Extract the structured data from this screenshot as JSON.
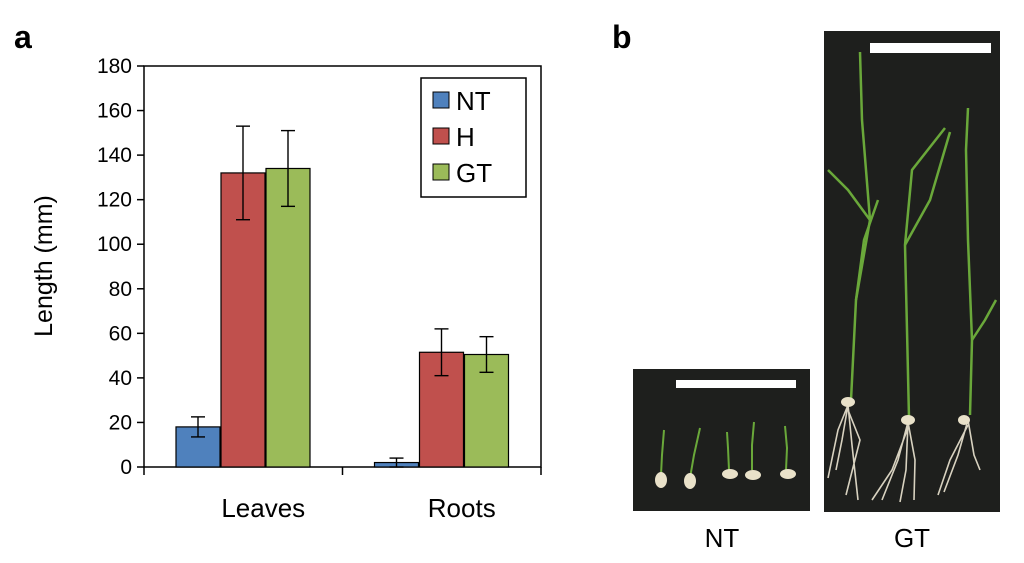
{
  "panels": {
    "a": "a",
    "b": "b"
  },
  "chart_data": {
    "type": "bar",
    "title": "",
    "xlabel": "",
    "ylabel": "Length (mm)",
    "ylim": [
      0,
      180
    ],
    "yticks": [
      0,
      20,
      40,
      60,
      80,
      100,
      120,
      140,
      160,
      180
    ],
    "categories": [
      "Leaves",
      "Roots"
    ],
    "series": [
      {
        "name": "NT",
        "color": "#4f81bd",
        "values": [
          18,
          2
        ],
        "errors": [
          4.5,
          2
        ]
      },
      {
        "name": "H",
        "color": "#c0504d",
        "values": [
          132,
          51.5
        ],
        "errors": [
          21,
          10.5
        ]
      },
      {
        "name": "GT",
        "color": "#9bbb59",
        "values": [
          134,
          50.5
        ],
        "errors": [
          17,
          8
        ]
      }
    ],
    "legend_position": "top-right",
    "grid": false
  },
  "photos": {
    "nt_label": "NT",
    "gt_label": "GT",
    "background": "#1e1f1d",
    "scale_bar_color": "#ffffff",
    "plant_color": "#6aa83a"
  }
}
